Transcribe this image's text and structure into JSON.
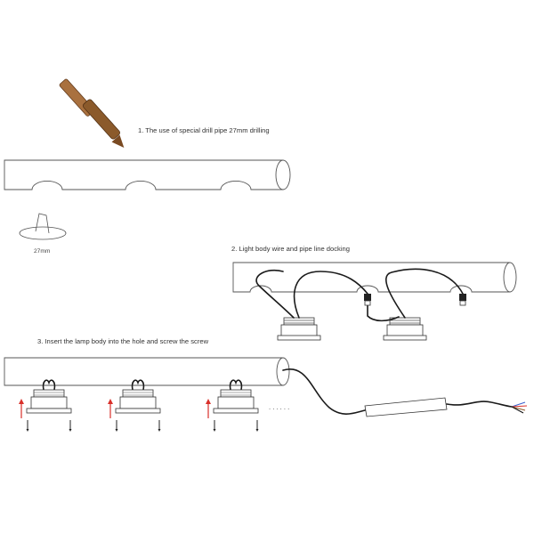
{
  "steps": {
    "step1_label": "1. The use of special drill pipe 27mm drilling",
    "step2_label": "2. Light body wire and pipe line docking",
    "step3_label": "3. Insert the lamp body into the hole and screw the screw"
  },
  "hole_size_label": "27mm",
  "ellipsis": ". . . . . .",
  "colors": {
    "drill_bit": "#8b5a2b",
    "arrow": "#d9302a",
    "wire_blue": "#3a5fcd",
    "wire_red": "#d9302a",
    "wire_brown": "#8b5a2b"
  }
}
